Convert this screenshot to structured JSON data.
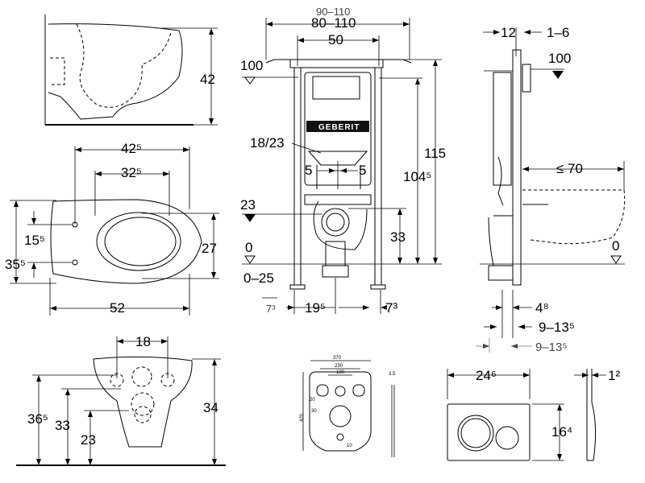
{
  "wc_side_view": {
    "height_label": "42"
  },
  "wc_top_view": {
    "width_top": "42⁵",
    "width_inner": "32⁵",
    "depth_left": "35⁵",
    "depth_fix": "15⁵",
    "depth_right": "27",
    "length": "52"
  },
  "wc_rear_view": {
    "bolt_spacing": "18",
    "height_total": "36⁵",
    "height_mid": "33",
    "height_low": "23",
    "height_right": "34"
  },
  "frame_front_view": {
    "width_range": "80–110",
    "width_top_cut": "90–110",
    "width_inner": "50",
    "level_top": "100",
    "height_total": "115",
    "height_inner": "104⁵",
    "flush_opening": "18/23",
    "offset_left": "5",
    "offset_right": "5",
    "level_connection": "23",
    "height_drain": "33",
    "level_floor": "0",
    "floor_range": "0–25",
    "bottom_left": "7³",
    "bottom_mid": "19⁵",
    "bottom_right": "7³",
    "brand": "GEBERIT"
  },
  "frame_side_view": {
    "depth_top": "12",
    "depth_top_right": "1–6",
    "level_top": "100",
    "projection": "≤ 70",
    "level_floor": "0",
    "depth_a": "4⁸",
    "depth_b": "9–13⁵",
    "depth_c": "9–13⁵"
  },
  "soundproof_mat": {
    "width_total": "370",
    "width_a": "230",
    "width_b": "180",
    "height": "420",
    "thickness": "3.5",
    "hole_a": "20",
    "hole_b": "30",
    "hole_c": "10"
  },
  "flush_plate": {
    "width": "24⁶",
    "height": "16⁴",
    "depth": "1²"
  }
}
